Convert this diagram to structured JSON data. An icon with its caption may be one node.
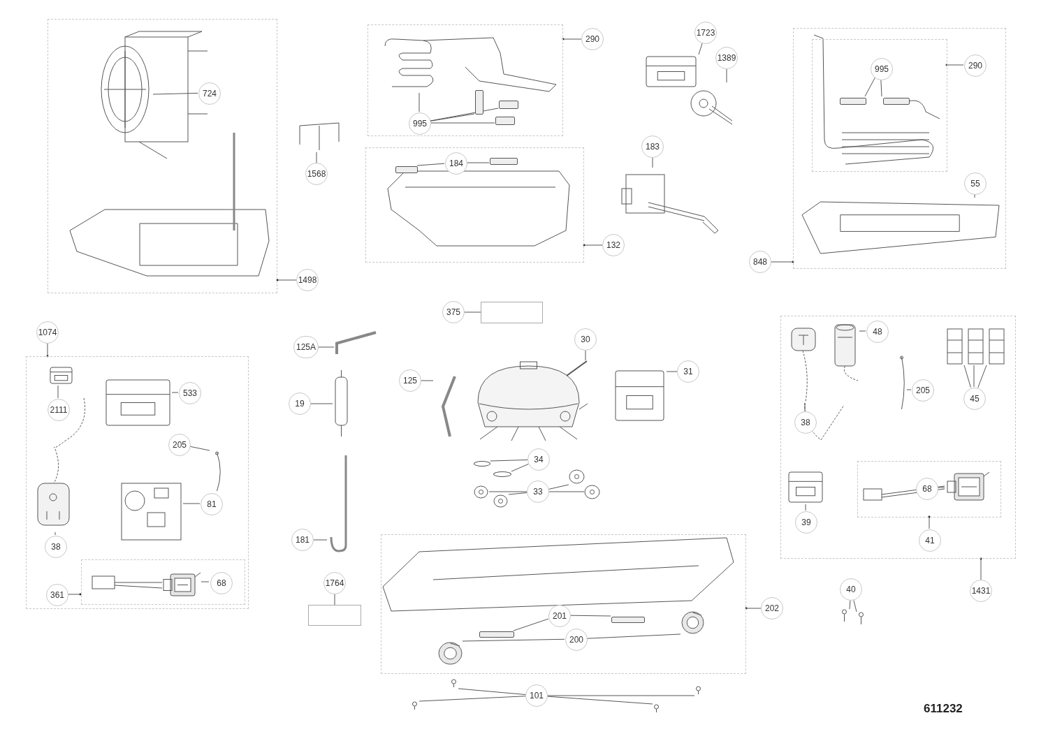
{
  "diagram": {
    "nodes": [
      {
        "text": [],
        "shape": "box"
      },
      {
        "text": [],
        "shape": "picture",
        "in": 0
      },
      {
        "text": [
          "724"
        ],
        "in": 0
      },
      {
        "text": [
          "1498"
        ]
      },
      {
        "text": [],
        "shape": "picture"
      },
      {
        "text": [
          "1568"
        ]
      },
      {
        "text": [],
        "shape": "box"
      },
      {
        "text": [],
        "shape": "picture",
        "in": 6
      },
      {
        "text": [],
        "shape": "box",
        "in": 6
      },
      {
        "text": [],
        "shape": "box",
        "in": 6
      },
      {
        "text": [],
        "shape": "box",
        "in": 6
      },
      {
        "text": [
          "995"
        ],
        "in": 6
      },
      {
        "text": [
          "290"
        ]
      },
      {
        "text": [],
        "shape": "picture"
      },
      {
        "text": [
          "1723"
        ]
      },
      {
        "text": [],
        "shape": "picture"
      },
      {
        "text": [
          "1389"
        ]
      },
      {
        "text": [],
        "shape": "box"
      },
      {
        "text": [],
        "shape": "box",
        "in": 17
      },
      {
        "text": [],
        "shape": "box",
        "in": 17
      },
      {
        "text": [
          "184"
        ],
        "in": 17
      },
      {
        "text": [
          "132"
        ]
      },
      {
        "text": [],
        "shape": "picture"
      },
      {
        "text": [
          "183"
        ]
      },
      {
        "text": [],
        "shape": "box"
      },
      {
        "text": [],
        "shape": "box",
        "in": 24
      },
      {
        "text": [],
        "shape": "box",
        "in": 25
      },
      {
        "text": [],
        "shape": "box",
        "in": 25
      },
      {
        "text": [
          "995"
        ],
        "in": 25
      },
      {
        "text": [
          "290"
        ],
        "in": 24
      },
      {
        "text": [],
        "shape": "picture",
        "in": 24
      },
      {
        "text": [
          "55"
        ],
        "in": 24
      },
      {
        "text": [
          "848"
        ]
      },
      {
        "text": [
          "375"
        ]
      },
      {
        "text": [],
        "shape": "box"
      },
      {
        "text": [
          "1074"
        ]
      },
      {
        "text": [],
        "shape": "box"
      },
      {
        "text": [],
        "shape": "picture",
        "in": 36
      },
      {
        "text": [
          "2111"
        ],
        "in": 36
      },
      {
        "text": [],
        "shape": "picture",
        "in": 36
      },
      {
        "text": [
          "533"
        ],
        "in": 36
      },
      {
        "text": [],
        "shape": "picture",
        "in": 36
      },
      {
        "text": [
          "205"
        ],
        "in": 36
      },
      {
        "text": [],
        "shape": "picture",
        "in": 36
      },
      {
        "text": [],
        "shape": "picture",
        "in": 36
      },
      {
        "text": [
          "81"
        ],
        "in": 36
      },
      {
        "text": [
          "38"
        ],
        "in": 36
      },
      {
        "text": [],
        "shape": "box",
        "in": 36
      },
      {
        "text": [],
        "shape": "picture",
        "in": 47
      },
      {
        "text": [
          "68"
        ],
        "in": 47
      },
      {
        "text": [
          "361"
        ],
        "in": 36
      },
      {
        "text": [],
        "shape": "picture"
      },
      {
        "text": [
          "125A"
        ]
      },
      {
        "text": [],
        "shape": "picture"
      },
      {
        "text": [
          "19"
        ]
      },
      {
        "text": [],
        "shape": "picture"
      },
      {
        "text": [
          "181"
        ]
      },
      {
        "text": [
          "1764"
        ]
      },
      {
        "text": [],
        "shape": "box"
      },
      {
        "text": [],
        "shape": "picture"
      },
      {
        "text": [
          "125"
        ]
      },
      {
        "text": [],
        "shape": "picture"
      },
      {
        "text": [
          "30"
        ]
      },
      {
        "text": [],
        "shape": "picture"
      },
      {
        "text": [
          "31"
        ]
      },
      {
        "text": [],
        "shape": "circle"
      },
      {
        "text": [],
        "shape": "circle"
      },
      {
        "text": [
          "34"
        ]
      },
      {
        "text": [],
        "shape": "picture"
      },
      {
        "text": [],
        "shape": "picture"
      },
      {
        "text": [],
        "shape": "picture"
      },
      {
        "text": [],
        "shape": "picture"
      },
      {
        "text": [
          "33"
        ]
      },
      {
        "text": [],
        "shape": "box"
      },
      {
        "text": [],
        "shape": "box",
        "in": 73
      },
      {
        "text": [],
        "shape": "box",
        "in": 73
      },
      {
        "text": [
          "201"
        ],
        "in": 73
      },
      {
        "text": [],
        "shape": "picture",
        "in": 73
      },
      {
        "text": [],
        "shape": "picture",
        "in": 73
      },
      {
        "text": [
          "200"
        ],
        "in": 73
      },
      {
        "text": [
          "202"
        ]
      },
      {
        "text": [],
        "shape": "picture"
      },
      {
        "text": [],
        "shape": "picture"
      },
      {
        "text": [],
        "shape": "picture"
      },
      {
        "text": [],
        "shape": "picture"
      },
      {
        "text": [
          "101"
        ]
      },
      {
        "text": [
          "40"
        ]
      },
      {
        "text": [],
        "shape": "picture"
      },
      {
        "text": [],
        "shape": "picture"
      },
      {
        "text": [],
        "shape": "box"
      },
      {
        "text": [],
        "shape": "picture",
        "in": 89
      },
      {
        "text": [],
        "shape": "picture",
        "in": 89
      },
      {
        "text": [
          "48"
        ],
        "in": 89
      },
      {
        "text": [
          "38"
        ],
        "in": 89
      },
      {
        "text": [],
        "shape": "picture",
        "in": 89
      },
      {
        "text": [
          "205"
        ],
        "in": 89
      },
      {
        "text": [],
        "shape": "picture",
        "in": 89
      },
      {
        "text": [],
        "shape": "picture",
        "in": 89
      },
      {
        "text": [],
        "shape": "picture",
        "in": 89
      },
      {
        "text": [
          "45"
        ],
        "in": 89
      },
      {
        "text": [],
        "shape": "picture",
        "in": 89
      },
      {
        "text": [
          "39"
        ],
        "in": 89
      },
      {
        "text": [],
        "shape": "box",
        "in": 89
      },
      {
        "text": [],
        "shape": "picture",
        "in": 102
      },
      {
        "text": [
          "68"
        ],
        "in": 102
      },
      {
        "text": [
          "41"
        ],
        "in": 89
      },
      {
        "text": [
          "1431"
        ]
      }
    ],
    "edges": [
      {
        "from": 2,
        "to": 1,
        "arrow": "none"
      },
      {
        "from": 3,
        "to": 0,
        "arrow": "other"
      },
      {
        "from": 5,
        "to": 4,
        "arrow": "none"
      },
      {
        "from": 11,
        "to": 7,
        "arrow": "none"
      },
      {
        "from": 11,
        "to": 8,
        "arrow": "none"
      },
      {
        "from": 11,
        "to": 9,
        "arrow": "none"
      },
      {
        "from": 11,
        "to": 10,
        "arrow": "none"
      },
      {
        "from": 12,
        "to": 6,
        "arrow": "other"
      },
      {
        "from": 14,
        "to": 13,
        "arrow": "none"
      },
      {
        "from": 16,
        "to": 15,
        "arrow": "none"
      },
      {
        "from": 20,
        "to": 18,
        "arrow": "none"
      },
      {
        "from": 20,
        "to": 19,
        "arrow": "none"
      },
      {
        "from": 21,
        "to": 17,
        "arrow": "other"
      },
      {
        "from": 23,
        "to": 22,
        "arrow": "none"
      },
      {
        "from": 28,
        "to": 26,
        "arrow": "none"
      },
      {
        "from": 28,
        "to": 27,
        "arrow": "none"
      },
      {
        "from": 29,
        "to": 25,
        "arrow": "other"
      },
      {
        "from": 31,
        "to": 30,
        "arrow": "none"
      },
      {
        "from": 32,
        "to": 24,
        "arrow": "other"
      },
      {
        "from": 33,
        "to": 34,
        "arrow": "none"
      },
      {
        "from": 35,
        "to": 36,
        "arrow": "other"
      },
      {
        "from": 38,
        "to": 37,
        "arrow": "none"
      },
      {
        "from": 40,
        "to": 39,
        "arrow": "none"
      },
      {
        "from": 42,
        "to": 41,
        "arrow": "none"
      },
      {
        "from": 45,
        "to": 44,
        "arrow": "none"
      },
      {
        "from": 46,
        "to": 43,
        "arrow": "none"
      },
      {
        "from": 49,
        "to": 48,
        "arrow": "none"
      },
      {
        "from": 50,
        "to": 47,
        "arrow": "other"
      },
      {
        "from": 52,
        "to": 51,
        "arrow": "none"
      },
      {
        "from": 54,
        "to": 53,
        "arrow": "none"
      },
      {
        "from": 56,
        "to": 55,
        "arrow": "none"
      },
      {
        "from": 57,
        "to": 58,
        "arrow": "none"
      },
      {
        "from": 60,
        "to": 59,
        "arrow": "none"
      },
      {
        "from": 62,
        "to": 61,
        "arrow": "none"
      },
      {
        "from": 64,
        "to": 63,
        "arrow": "none"
      },
      {
        "from": 67,
        "to": 65,
        "arrow": "none"
      },
      {
        "from": 67,
        "to": 66,
        "arrow": "none"
      },
      {
        "from": 72,
        "to": 68,
        "arrow": "none"
      },
      {
        "from": 72,
        "to": 69,
        "arrow": "none"
      },
      {
        "from": 72,
        "to": 70,
        "arrow": "none"
      },
      {
        "from": 72,
        "to": 71,
        "arrow": "none"
      },
      {
        "from": 76,
        "to": 74,
        "arrow": "none"
      },
      {
        "from": 76,
        "to": 75,
        "arrow": "none"
      },
      {
        "from": 79,
        "to": 77,
        "arrow": "none"
      },
      {
        "from": 79,
        "to": 78,
        "arrow": "none"
      },
      {
        "from": 80,
        "to": 73,
        "arrow": "other"
      },
      {
        "from": 85,
        "to": 81,
        "arrow": "none"
      },
      {
        "from": 85,
        "to": 82,
        "arrow": "none"
      },
      {
        "from": 85,
        "to": 83,
        "arrow": "none"
      },
      {
        "from": 85,
        "to": 84,
        "arrow": "none"
      },
      {
        "from": 86,
        "to": 87,
        "arrow": "none"
      },
      {
        "from": 86,
        "to": 88,
        "arrow": "none"
      },
      {
        "from": 92,
        "to": 91,
        "arrow": "none"
      },
      {
        "from": 93,
        "to": 90,
        "arrow": "none"
      },
      {
        "from": 95,
        "to": 94,
        "arrow": "none"
      },
      {
        "from": 99,
        "to": 96,
        "arrow": "none"
      },
      {
        "from": 99,
        "to": 97,
        "arrow": "none"
      },
      {
        "from": 99,
        "to": 98,
        "arrow": "none"
      },
      {
        "from": 101,
        "to": 100,
        "arrow": "none"
      },
      {
        "from": 104,
        "to": 103,
        "arrow": "none"
      },
      {
        "from": 105,
        "to": 102,
        "arrow": "other"
      },
      {
        "from": 106,
        "to": 89,
        "arrow": "other"
      }
    ],
    "labels": [
      "611232"
    ]
  }
}
